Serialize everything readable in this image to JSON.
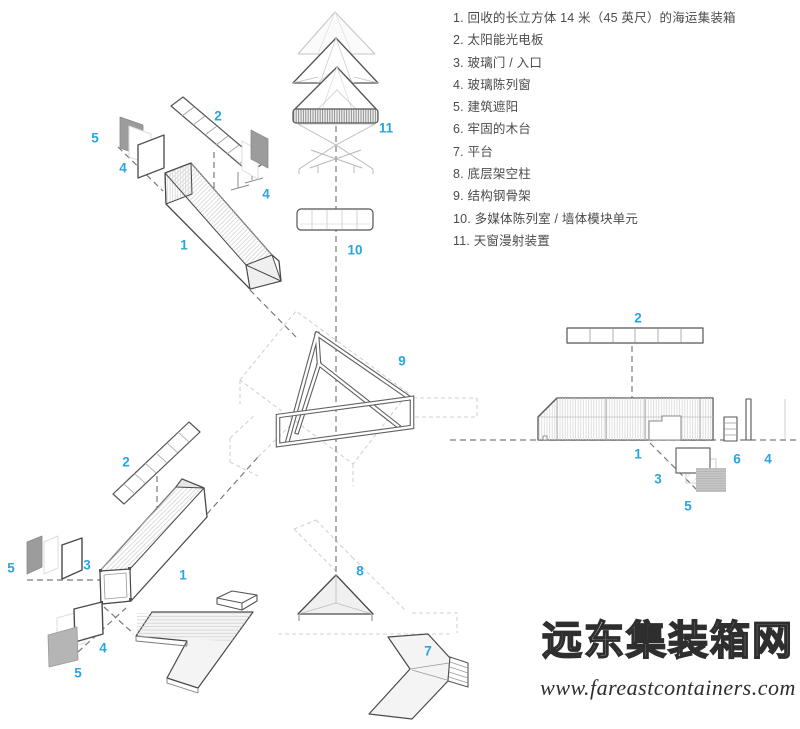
{
  "legend": {
    "items": [
      "1. 回收的长立方体 14 米（45 英尺）的海运集装箱",
      "2. 太阳能光电板",
      "3. 玻璃门 / 入口",
      "4. 玻璃陈列窗",
      "5. 建筑遮阳",
      "6. 牢固的木台",
      "7. 平台",
      "8. 底层架空柱",
      "9. 结构钢骨架",
      "10. 多媒体陈列室 / 墙体模块单元",
      "11. 天窗漫射装置"
    ],
    "text_color": "#4b4b4b"
  },
  "diagram": {
    "labels": [
      "5",
      "4",
      "2",
      "4",
      "1",
      "11",
      "10",
      "9",
      "2",
      "1",
      "3",
      "6",
      "4",
      "5",
      "2",
      "5",
      "3",
      "1",
      "4",
      "5",
      "8",
      "7"
    ],
    "label_color": "#2aa5df",
    "line_color": "#4a4a4a"
  },
  "watermark": {
    "title": "远东集装箱网",
    "url": "www.fareastcontainers.com",
    "color": "#2e2e2e"
  }
}
